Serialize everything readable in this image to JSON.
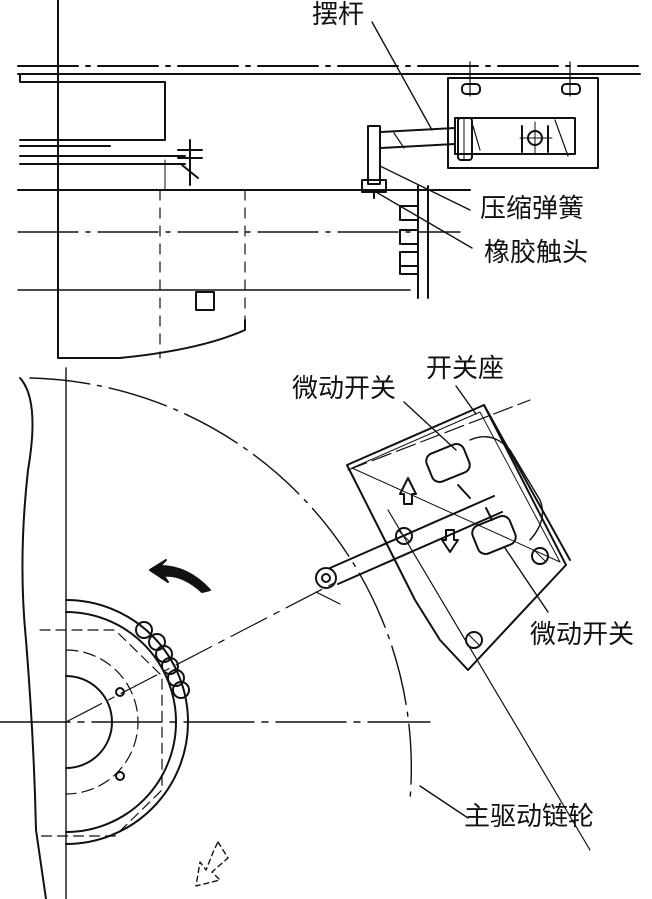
{
  "labels": {
    "swing_rod": "摆杆",
    "compression_spring": "压缩弹簧",
    "rubber_contact": "橡胶触头",
    "switch_seat": "开关座",
    "micro_switch_upper": "微动开关",
    "micro_switch_lower": "微动开关",
    "main_drive_sprocket": "主驱动链轮"
  },
  "colors": {
    "line": "#111111",
    "background": "#ffffff"
  }
}
